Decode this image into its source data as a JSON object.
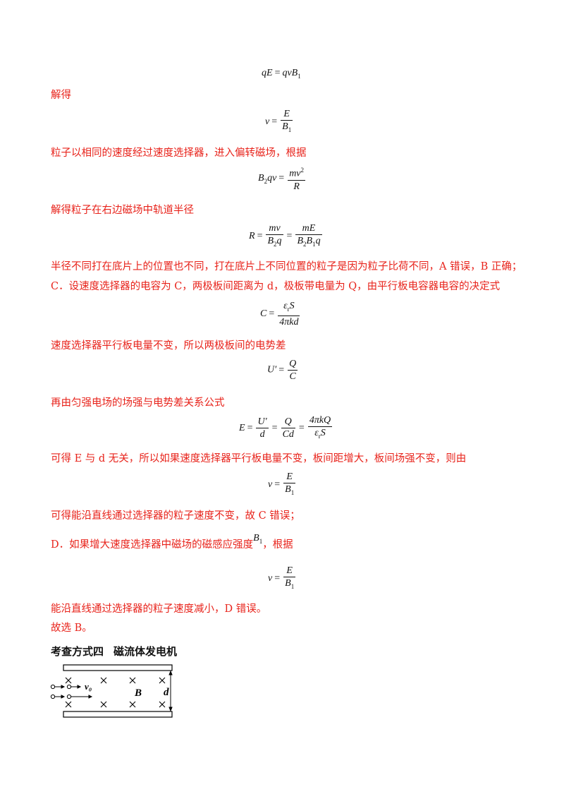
{
  "lines": {
    "jiede1": "解得",
    "lizi_same_speed": "粒子以相同的速度经过速度选择器，进入偏转磁场，根据",
    "jiede_radius": "解得粒子在右边磁场中轨道半径",
    "radius_diff": "半径不同打在底片上的位置也不同，打在底片上不同位置的粒子是因为粒子比荷不同，A 错误，B 正确；",
    "c_option": "C．设速度选择器的电容为 C，两极板间距离为 d，极板带电量为 Q，由平行板电容器电容的决定式",
    "charge_const": "速度选择器平行板电量不变，所以两极板间的电势差",
    "field_formula": "再由匀强电场的场强与电势差关系公式",
    "ed_unrelated": "可得 E 与 d 无关，所以如果速度选择器平行板电量不变，板间距增大，板间场强不变，则由",
    "c_wrong": "可得能沿直线通过选择器的粒子速度不变，故 C 错误；",
    "d_option_a": "D．如果增大速度选择器中磁场的磁感应强度",
    "d_option_b": "，根据",
    "d_wrong": "能沿直线通过选择器的粒子速度减小，D 错误。",
    "answer": "故选 B。"
  },
  "heading": {
    "part1": "考查方式四",
    "part2": "磁流体发电机"
  },
  "equations": {
    "eq1": "qE = qvB₁",
    "eq2": "v = E / B₁",
    "eq3": "B₂qv = mv² / R",
    "eq4": "R = mv / (B₂q) = mE / (B₂B₁q)",
    "eq5": "C = εᵣS / (4πkd)",
    "eq6": "U′ = Q / C",
    "eq7": "E = U′ / d = Q / (Cd) = 4πkQ / (εᵣS)",
    "eq8": "v = E / B₁",
    "eq9": "v = E / B₁",
    "inline_b1": "B₁"
  },
  "figure": {
    "label_v0": "v₀",
    "label_B": "B",
    "label_d": "d"
  }
}
